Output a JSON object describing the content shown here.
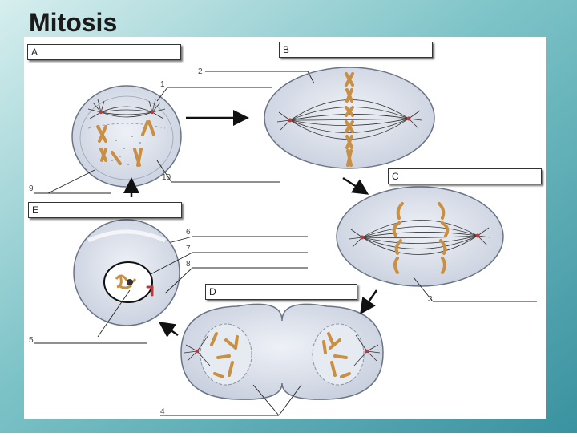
{
  "title": "Mitosis",
  "colors": {
    "background_gradient": [
      "#cfe9ea",
      "#6fbcc2",
      "#3f9aa6"
    ],
    "panel": "#ffffff",
    "cell_fill": "#d9dfe9",
    "cell_stroke": "#6b7487",
    "chromosome": "#c98f42",
    "centrosome": "#b93a3a"
  },
  "stage_boxes": {
    "A": "A",
    "B": "B",
    "C": "C",
    "D": "D",
    "E": "E"
  },
  "line_numbers": {
    "n1": "1",
    "n2": "2",
    "n3": "3",
    "n4": "4",
    "n5": "5",
    "n6": "6",
    "n7": "7",
    "n8": "8",
    "n9": "9",
    "n10": "10"
  }
}
